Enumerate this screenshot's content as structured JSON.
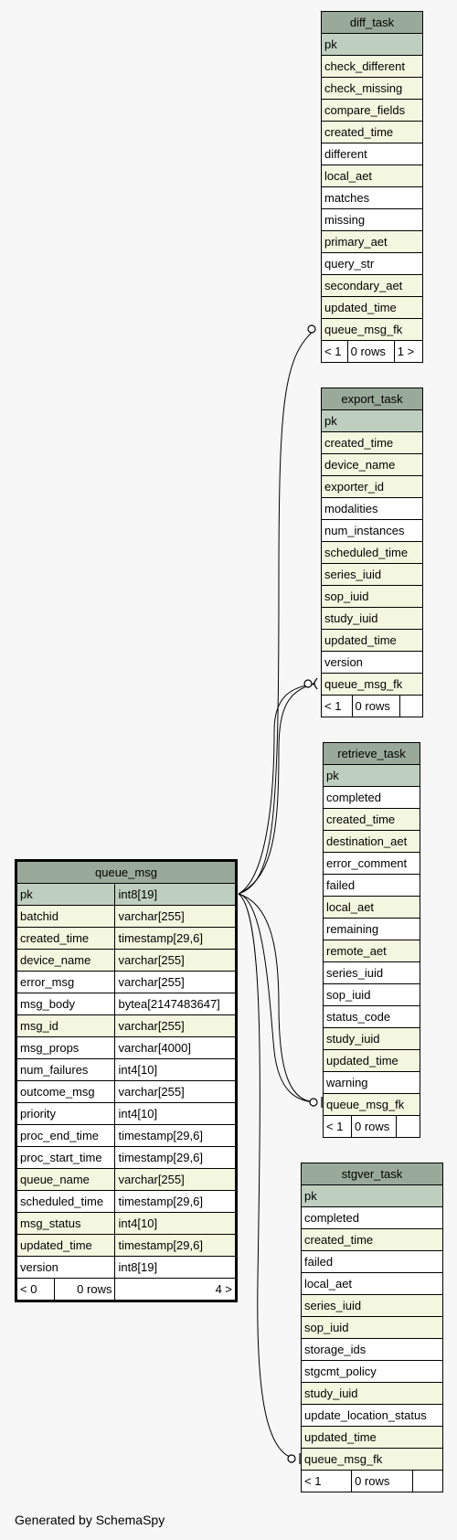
{
  "tables": {
    "diff_task": {
      "name": "diff_task",
      "columns": [
        {
          "name": "pk",
          "kind": "pk"
        },
        {
          "name": "check_different",
          "kind": "idx"
        },
        {
          "name": "check_missing",
          "kind": "idx"
        },
        {
          "name": "compare_fields",
          "kind": "idx"
        },
        {
          "name": "created_time",
          "kind": "idx"
        },
        {
          "name": "different",
          "kind": "plain"
        },
        {
          "name": "local_aet",
          "kind": "idx"
        },
        {
          "name": "matches",
          "kind": "plain"
        },
        {
          "name": "missing",
          "kind": "plain"
        },
        {
          "name": "primary_aet",
          "kind": "idx"
        },
        {
          "name": "query_str",
          "kind": "plain"
        },
        {
          "name": "secondary_aet",
          "kind": "idx"
        },
        {
          "name": "updated_time",
          "kind": "idx"
        },
        {
          "name": "queue_msg_fk",
          "kind": "idx"
        }
      ],
      "footer": [
        "< 1",
        "0 rows",
        "1 >"
      ]
    },
    "export_task": {
      "name": "export_task",
      "columns": [
        {
          "name": "pk",
          "kind": "pk"
        },
        {
          "name": "created_time",
          "kind": "idx"
        },
        {
          "name": "device_name",
          "kind": "idx"
        },
        {
          "name": "exporter_id",
          "kind": "idx"
        },
        {
          "name": "modalities",
          "kind": "plain"
        },
        {
          "name": "num_instances",
          "kind": "plain"
        },
        {
          "name": "scheduled_time",
          "kind": "idx"
        },
        {
          "name": "series_iuid",
          "kind": "idx"
        },
        {
          "name": "sop_iuid",
          "kind": "idx"
        },
        {
          "name": "study_iuid",
          "kind": "idx"
        },
        {
          "name": "updated_time",
          "kind": "idx"
        },
        {
          "name": "version",
          "kind": "plain"
        },
        {
          "name": "queue_msg_fk",
          "kind": "idx"
        }
      ],
      "footer": [
        "< 1",
        "0 rows",
        ""
      ]
    },
    "retrieve_task": {
      "name": "retrieve_task",
      "columns": [
        {
          "name": "pk",
          "kind": "pk"
        },
        {
          "name": "completed",
          "kind": "plain"
        },
        {
          "name": "created_time",
          "kind": "idx"
        },
        {
          "name": "destination_aet",
          "kind": "idx"
        },
        {
          "name": "error_comment",
          "kind": "plain"
        },
        {
          "name": "failed",
          "kind": "plain"
        },
        {
          "name": "local_aet",
          "kind": "idx"
        },
        {
          "name": "remaining",
          "kind": "plain"
        },
        {
          "name": "remote_aet",
          "kind": "idx"
        },
        {
          "name": "series_iuid",
          "kind": "plain"
        },
        {
          "name": "sop_iuid",
          "kind": "plain"
        },
        {
          "name": "status_code",
          "kind": "plain"
        },
        {
          "name": "study_iuid",
          "kind": "idx"
        },
        {
          "name": "updated_time",
          "kind": "idx"
        },
        {
          "name": "warning",
          "kind": "plain"
        },
        {
          "name": "queue_msg_fk",
          "kind": "idx"
        }
      ],
      "footer": [
        "< 1",
        "0 rows",
        ""
      ]
    },
    "stgver_task": {
      "name": "stgver_task",
      "columns": [
        {
          "name": "pk",
          "kind": "pk"
        },
        {
          "name": "completed",
          "kind": "plain"
        },
        {
          "name": "created_time",
          "kind": "idx"
        },
        {
          "name": "failed",
          "kind": "plain"
        },
        {
          "name": "local_aet",
          "kind": "plain"
        },
        {
          "name": "series_iuid",
          "kind": "idx"
        },
        {
          "name": "sop_iuid",
          "kind": "idx"
        },
        {
          "name": "storage_ids",
          "kind": "plain"
        },
        {
          "name": "stgcmt_policy",
          "kind": "plain"
        },
        {
          "name": "study_iuid",
          "kind": "idx"
        },
        {
          "name": "update_location_status",
          "kind": "plain"
        },
        {
          "name": "updated_time",
          "kind": "idx"
        },
        {
          "name": "queue_msg_fk",
          "kind": "idx"
        }
      ],
      "footer": [
        "< 1",
        "0 rows",
        ""
      ]
    },
    "queue_msg": {
      "name": "queue_msg",
      "columns": [
        {
          "name": "pk",
          "type": "int8[19]",
          "kind": "pk"
        },
        {
          "name": "batchid",
          "type": "varchar[255]",
          "kind": "idx"
        },
        {
          "name": "created_time",
          "type": "timestamp[29,6]",
          "kind": "idx"
        },
        {
          "name": "device_name",
          "type": "varchar[255]",
          "kind": "idx"
        },
        {
          "name": "error_msg",
          "type": "varchar[255]",
          "kind": "plain"
        },
        {
          "name": "msg_body",
          "type": "bytea[2147483647]",
          "kind": "plain"
        },
        {
          "name": "msg_id",
          "type": "varchar[255]",
          "kind": "idx"
        },
        {
          "name": "msg_props",
          "type": "varchar[4000]",
          "kind": "plain"
        },
        {
          "name": "num_failures",
          "type": "int4[10]",
          "kind": "plain"
        },
        {
          "name": "outcome_msg",
          "type": "varchar[255]",
          "kind": "plain"
        },
        {
          "name": "priority",
          "type": "int4[10]",
          "kind": "plain"
        },
        {
          "name": "proc_end_time",
          "type": "timestamp[29,6]",
          "kind": "plain"
        },
        {
          "name": "proc_start_time",
          "type": "timestamp[29,6]",
          "kind": "plain"
        },
        {
          "name": "queue_name",
          "type": "varchar[255]",
          "kind": "idx"
        },
        {
          "name": "scheduled_time",
          "type": "timestamp[29,6]",
          "kind": "plain"
        },
        {
          "name": "msg_status",
          "type": "int4[10]",
          "kind": "idx"
        },
        {
          "name": "updated_time",
          "type": "timestamp[29,6]",
          "kind": "idx"
        },
        {
          "name": "version",
          "type": "int8[19]",
          "kind": "plain"
        }
      ],
      "footer": [
        "< 0",
        "0 rows",
        "4 >"
      ]
    }
  },
  "footer_text": "Generated by SchemaSpy"
}
